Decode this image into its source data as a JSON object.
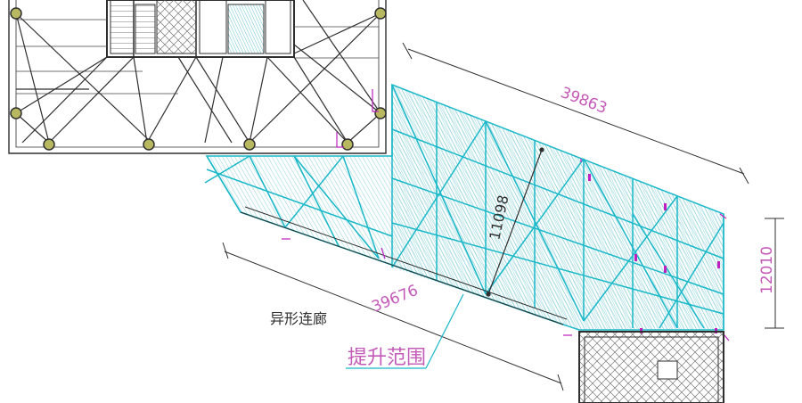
{
  "dimensions": {
    "top_length": "39863",
    "bottom_length": "39676",
    "height": "12010",
    "diagonal": "11098"
  },
  "labels": {
    "corridor": "异形连廊",
    "lift_area": "提升范围"
  },
  "colors": {
    "structure": "#2f2f2f",
    "steel_grid": "#18b8c8",
    "steel_hatch": "#63c6cf",
    "dimension": "#c45ab8",
    "node_fill": "#b8b860",
    "magenta": "#c020c0"
  }
}
